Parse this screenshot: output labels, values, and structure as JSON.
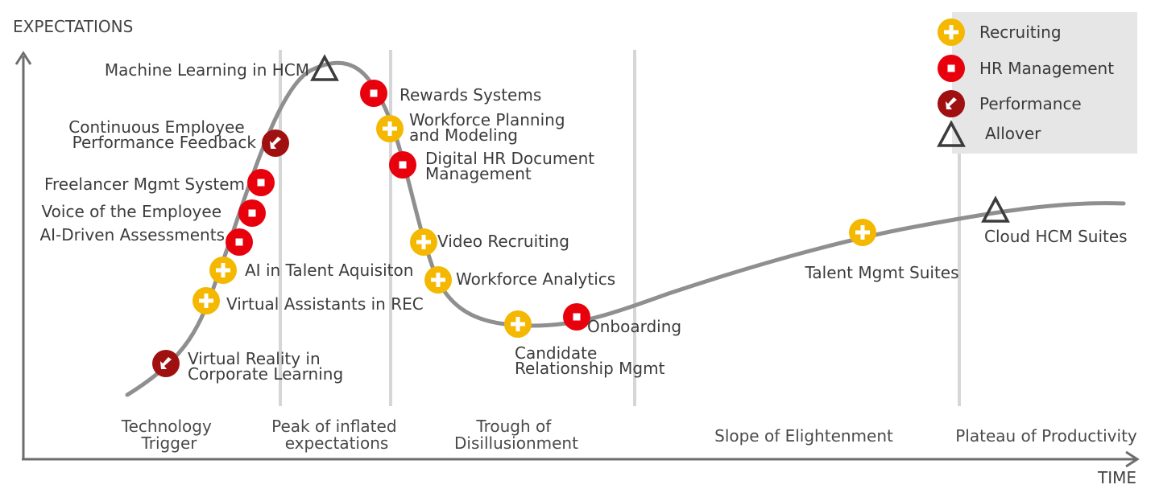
{
  "axes": {
    "y_label": "EXPECTATIONS",
    "x_label": "TIME"
  },
  "phases": [
    {
      "lines": [
        "Technology",
        "Trigger"
      ]
    },
    {
      "lines": [
        "Peak of inflated",
        "expectations"
      ]
    },
    {
      "lines": [
        "Trough of",
        "Disillusionment"
      ]
    },
    {
      "lines": [
        "Slope of Elightenment"
      ]
    },
    {
      "lines": [
        "Plateau of Productivity"
      ]
    }
  ],
  "legend": [
    {
      "category": "recruiting",
      "label": "Recruiting",
      "icon": "plus-circle-icon"
    },
    {
      "category": "hr",
      "label": "HR Management",
      "icon": "square-circle-icon"
    },
    {
      "category": "performance",
      "label": "Performance",
      "icon": "arrow-circle-icon"
    },
    {
      "category": "allover",
      "label": "Allover",
      "icon": "triangle-icon"
    }
  ],
  "colors": {
    "recruiting": "#f5b800",
    "hr": "#e8000d",
    "performance": "#a01010",
    "allover": "#3c3c3c",
    "curve": "#8f8f8f",
    "axis": "#6d6d6d",
    "divider": "#d6d6d6",
    "legend_bg": "#e6e6e6"
  },
  "items": [
    {
      "category": "allover",
      "lines": [
        "Machine Learning in HCM"
      ]
    },
    {
      "category": "hr",
      "lines": [
        "Rewards Systems"
      ]
    },
    {
      "category": "performance",
      "lines": [
        "Continuous Employee",
        "Performance Feedback"
      ]
    },
    {
      "category": "recruiting",
      "lines": [
        "Workforce Planning",
        "and Modeling"
      ]
    },
    {
      "category": "hr",
      "lines": [
        "Digital HR Document",
        "Management"
      ]
    },
    {
      "category": "hr",
      "lines": [
        "Freelancer Mgmt System"
      ]
    },
    {
      "category": "hr",
      "lines": [
        "Voice of the Employee"
      ]
    },
    {
      "category": "hr",
      "lines": [
        "AI-Driven Assessments"
      ]
    },
    {
      "category": "recruiting",
      "lines": [
        "Video Recruiting"
      ]
    },
    {
      "category": "recruiting",
      "lines": [
        "AI in Talent Aquisiton"
      ]
    },
    {
      "category": "recruiting",
      "lines": [
        "Workforce Analytics"
      ]
    },
    {
      "category": "recruiting",
      "lines": [
        "Virtual Assistants in REC"
      ]
    },
    {
      "category": "recruiting",
      "lines": [
        "Candidate",
        "Relationship Mgmt"
      ]
    },
    {
      "category": "hr",
      "lines": [
        "Onboarding"
      ]
    },
    {
      "category": "performance",
      "lines": [
        "Virtual Reality in",
        "Corporate Learning"
      ]
    },
    {
      "category": "recruiting",
      "lines": [
        "Talent Mgmt Suites"
      ]
    },
    {
      "category": "allover",
      "lines": [
        "Cloud HCM Suites"
      ]
    }
  ]
}
